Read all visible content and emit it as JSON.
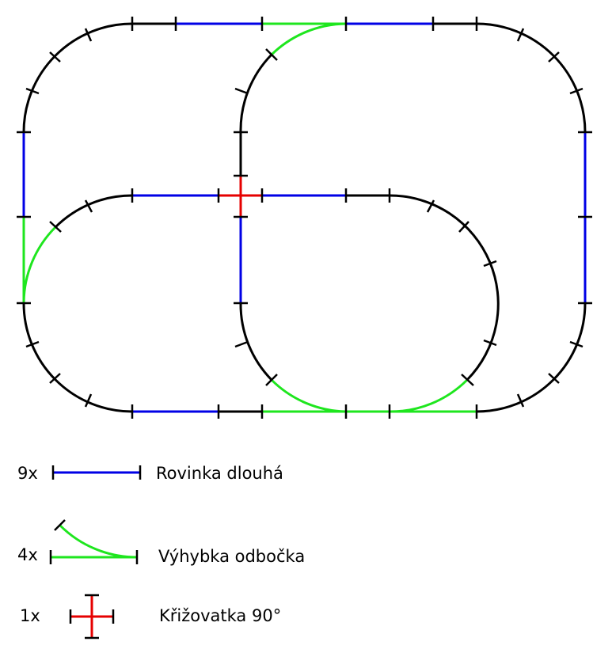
{
  "colors": {
    "track": "#000000",
    "straight_long": "#0000e6",
    "turnout": "#1ee61e",
    "crossing": "#e60000",
    "background": "#ffffff"
  },
  "legend": [
    {
      "count": "9x",
      "label": "Rovinka dlouhá",
      "piece": "straight-long"
    },
    {
      "count": "4x",
      "label": "Výhybka odbočka",
      "piece": "turnout-branch"
    },
    {
      "count": "1x",
      "label": "Křižovatka 90°",
      "piece": "crossing-90"
    }
  ]
}
